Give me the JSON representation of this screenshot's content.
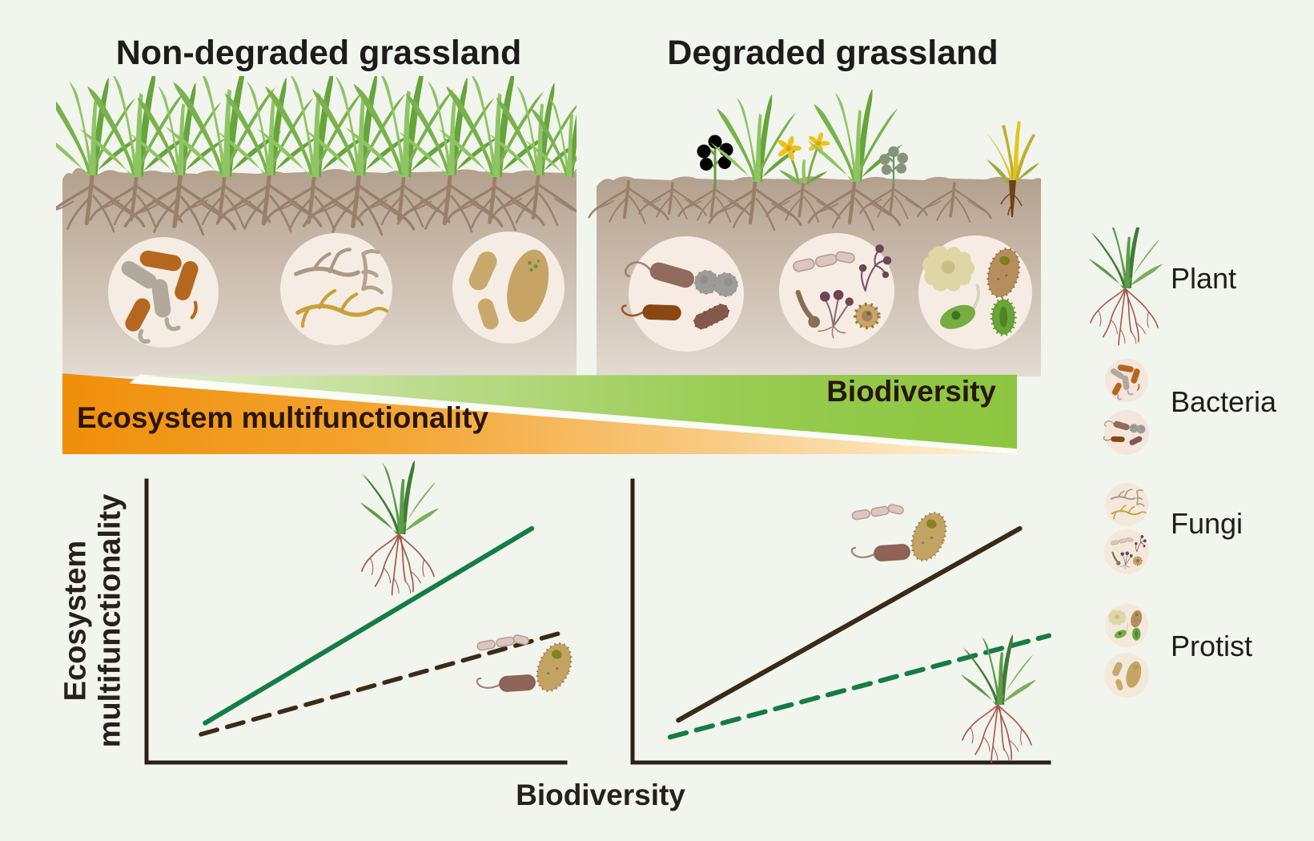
{
  "panels": {
    "left": {
      "title": "Non-degraded grassland",
      "vegetation": "dense grass sward",
      "soil_circles": [
        "bacteria",
        "fungi",
        "protists"
      ]
    },
    "right": {
      "title": "Degraded grassland",
      "vegetation": "sparse forbs, flowers and dry tussock",
      "soil_circles": [
        "bacteria with flagella",
        "sporulating fungi",
        "diverse protists"
      ]
    }
  },
  "wedge": {
    "left_label": "Ecosystem multifunctionality",
    "right_label": "Biodiversity",
    "left_color": "#EF8F0A",
    "right_color": "#8CC63F"
  },
  "plots": {
    "ylabel_line1": "Ecosystem",
    "ylabel_line2": "multifunctionality",
    "xlabel": "Biodiversity",
    "axis_color": "#2B2119",
    "left": {
      "name": "non-degraded grassland",
      "series": [
        {
          "name": "plant diversity effect",
          "style": "solid",
          "color": "#157C44",
          "icon": "plant",
          "x": [
            0.14,
            0.92
          ],
          "y": [
            0.14,
            0.83
          ]
        },
        {
          "name": "soil microbial diversity effect",
          "style": "dashed",
          "color": "#3C2A18",
          "icon": "soil-microbes",
          "x": [
            0.13,
            0.99
          ],
          "y": [
            0.1,
            0.46
          ]
        }
      ]
    },
    "right": {
      "name": "degraded grassland",
      "series": [
        {
          "name": "soil microbial diversity effect",
          "style": "solid",
          "color": "#3C2A18",
          "icon": "soil-microbes",
          "x": [
            0.11,
            0.93
          ],
          "y": [
            0.15,
            0.83
          ]
        },
        {
          "name": "plant diversity effect",
          "style": "dashed",
          "color": "#157C44",
          "icon": "plant",
          "x": [
            0.09,
            1.0
          ],
          "y": [
            0.09,
            0.45
          ]
        }
      ]
    }
  },
  "legend": {
    "items": [
      {
        "label": "Plant",
        "icon": "plant-icon"
      },
      {
        "label": "Bacteria",
        "icon": "bacteria-icons"
      },
      {
        "label": "Fungi",
        "icon": "fungi-icons"
      },
      {
        "label": "Protist",
        "icon": "protist-icons"
      }
    ]
  },
  "colors": {
    "background": "#F2F4EE",
    "soil_top": "#B29F8C",
    "soil_bottom": "#E3DCD4",
    "soil_circle": "#F5EDE3",
    "grass_green": "#79B24C",
    "title_text": "#1D1C1A",
    "wedge_text": "#2A1607"
  }
}
